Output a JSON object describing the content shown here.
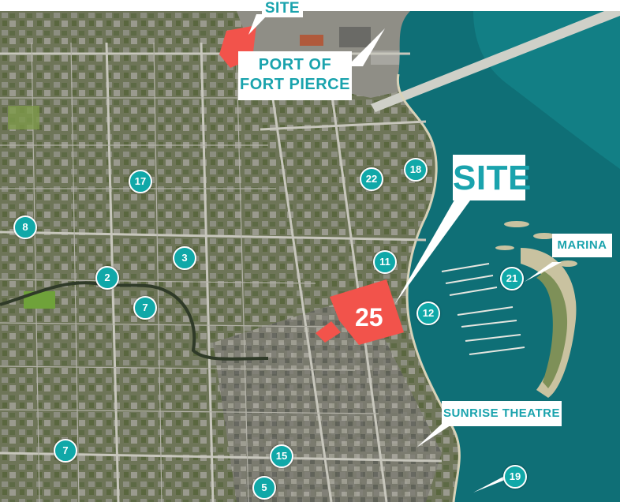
{
  "labels": {
    "top_site": "SITE",
    "port": "PORT OF\nFORT PIERCE",
    "main_site": "SITE",
    "site_number": "25",
    "marina": "MARINA",
    "sunrise_theatre": "SUNRISE THEATRE"
  },
  "markers": [
    "17",
    "8",
    "2",
    "3",
    "7",
    "7",
    "5",
    "15",
    "22",
    "18",
    "11",
    "12",
    "21",
    "19"
  ],
  "colors": {
    "teal": "#10a8a8",
    "callout_text": "#1aa3ad",
    "site_red": "#f2534b",
    "water": "#0f6f76",
    "land": "#6f7659"
  }
}
